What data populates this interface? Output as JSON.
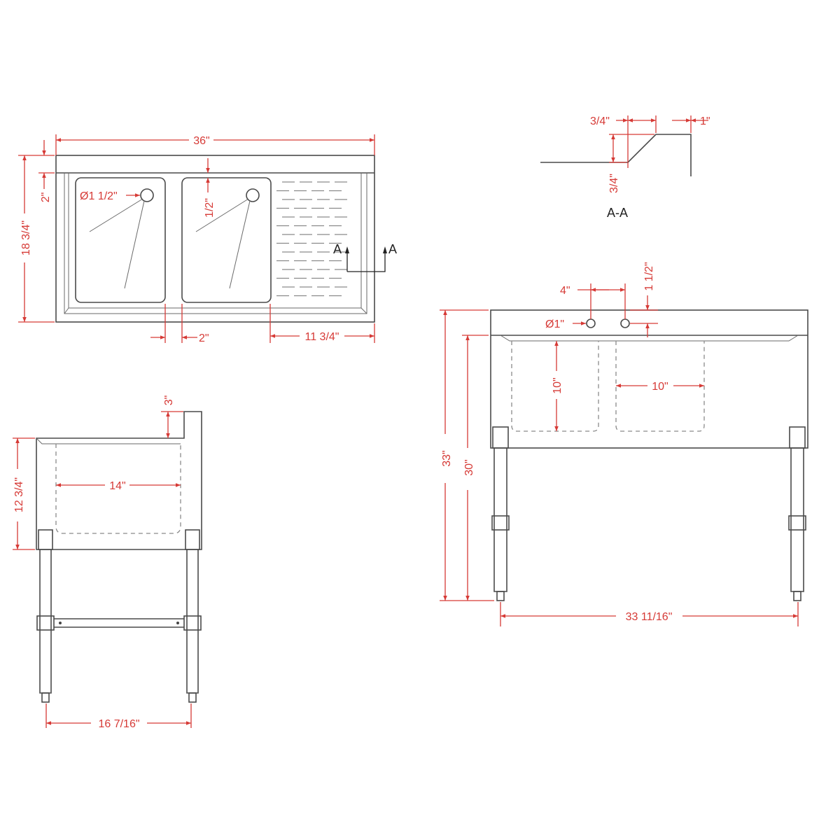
{
  "colors": {
    "dimension": "#d63a36",
    "outline": "#4a4a4a"
  },
  "top_view": {
    "width": "36\"",
    "depth": "18 3/4\"",
    "backsplash": "2\"",
    "drain_diameter": "Ø1 1/2\"",
    "bowl_offset": "1/2\"",
    "bowl_gap": "2\"",
    "drainboard": "11 3/4\"",
    "section_mark_left": "A",
    "section_mark_right": "A"
  },
  "section_view": {
    "label": "A-A",
    "dim_top_left": "3/4\"",
    "dim_top_right": "1\"",
    "dim_vertical": "3/4\""
  },
  "side_view": {
    "splash_height": "3\"",
    "body_height": "12 3/4\"",
    "bowl_depth": "14\"",
    "leg_span": "16 7/16\""
  },
  "front_view": {
    "faucet_spacing": "4\"",
    "faucet_hole_height": "1 1/2\"",
    "faucet_hole_diameter": "Ø1\"",
    "bowl_depth": "10\"",
    "bowl_width": "10\"",
    "overall_height": "33\"",
    "work_height": "30\"",
    "leg_span": "33 11/16\""
  }
}
